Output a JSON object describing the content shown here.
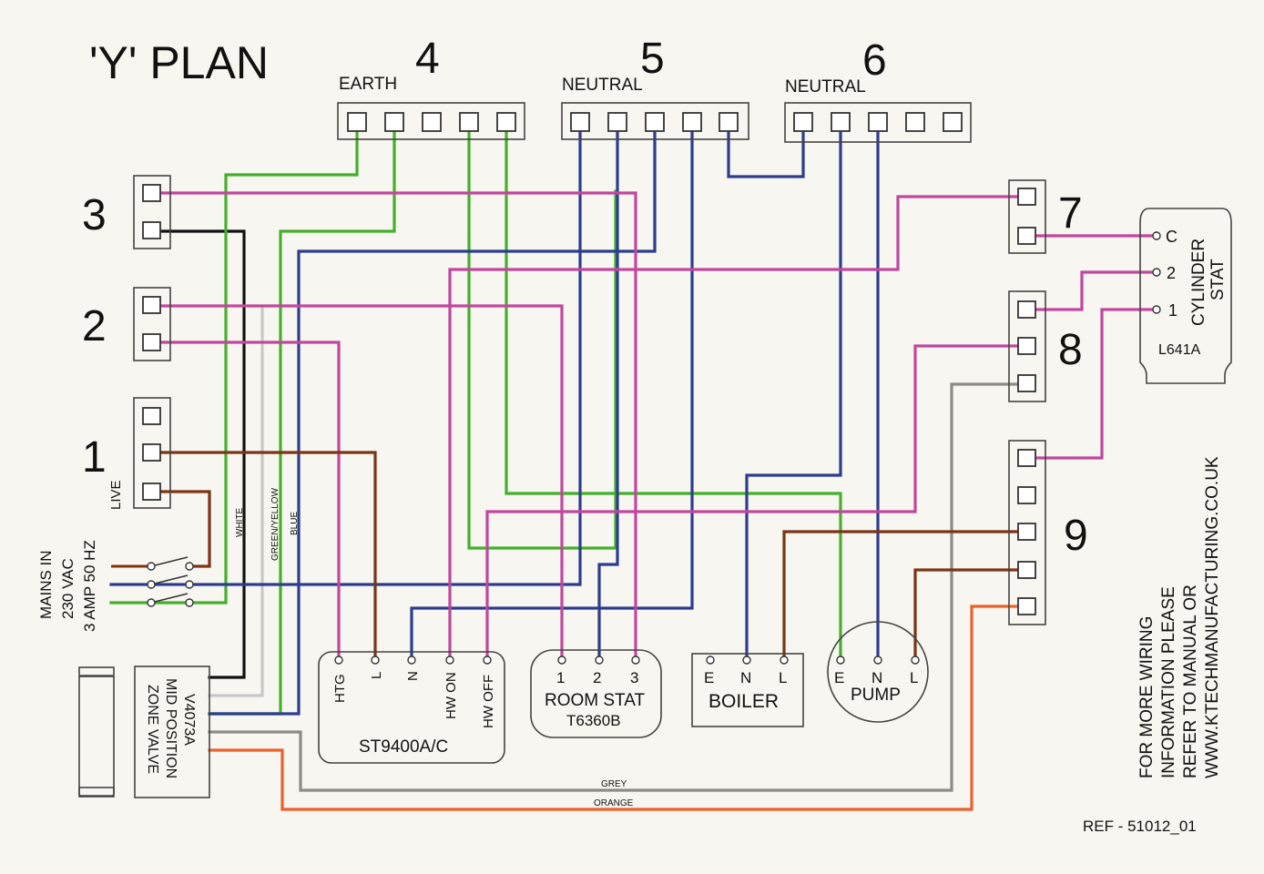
{
  "title": "'Y' PLAN",
  "reference": "REF - 51012_01",
  "colors": {
    "pink": "#c1479e",
    "green": "#43b02a",
    "blue": "#2c3d8f",
    "brown": "#7b3416",
    "black": "#111111",
    "grey": "#8c8c86",
    "orange": "#e8622c",
    "white_wire": "#c8c8c8",
    "paper": "#f7f6f0"
  },
  "terminal_blocks": {
    "block_1": {
      "number": "1",
      "label": "LIVE"
    },
    "block_2": {
      "number": "2"
    },
    "block_3": {
      "number": "3"
    },
    "block_4": {
      "number": "4",
      "label": "EARTH"
    },
    "block_5": {
      "number": "5",
      "label": "NEUTRAL"
    },
    "block_6": {
      "number": "6",
      "label": "NEUTRAL"
    },
    "block_7": {
      "number": "7"
    },
    "block_8": {
      "number": "8"
    },
    "block_9": {
      "number": "9"
    }
  },
  "mains": {
    "line1": "MAINS IN",
    "line2": "230 VAC",
    "line3": "3 AMP 50 HZ"
  },
  "cable_labels": {
    "white": "WHITE",
    "green_yellow": "GREEN/YELLOW",
    "blue": "BLUE",
    "grey": "GREY",
    "orange": "ORANGE"
  },
  "zone_valve": {
    "model": "V4073A",
    "line2": "MID POSITION",
    "line3": "ZONE VALVE"
  },
  "programmer": {
    "name": "ST9400A/C",
    "terminals": [
      "HTG",
      "L",
      "N",
      "HW ON",
      "HW OFF"
    ]
  },
  "room_stat": {
    "name": "ROOM STAT",
    "model": "T6360B",
    "terminals": [
      "1",
      "2",
      "3"
    ]
  },
  "boiler": {
    "name": "BOILER",
    "terminals": [
      "E",
      "N",
      "L"
    ]
  },
  "pump": {
    "name": "PUMP",
    "terminals": [
      "E",
      "N",
      "L"
    ]
  },
  "cylinder_stat": {
    "line1": "CYLINDER",
    "line2": "STAT",
    "model": "L641A",
    "terminals": [
      "C",
      "2",
      "1"
    ]
  },
  "info": {
    "line1": "FOR MORE WIRING",
    "line2": "INFORMATION PLEASE",
    "line3": "REFER TO MANUAL OR",
    "line4": "WWW.KTECHMANUFACTURING.CO.UK"
  }
}
